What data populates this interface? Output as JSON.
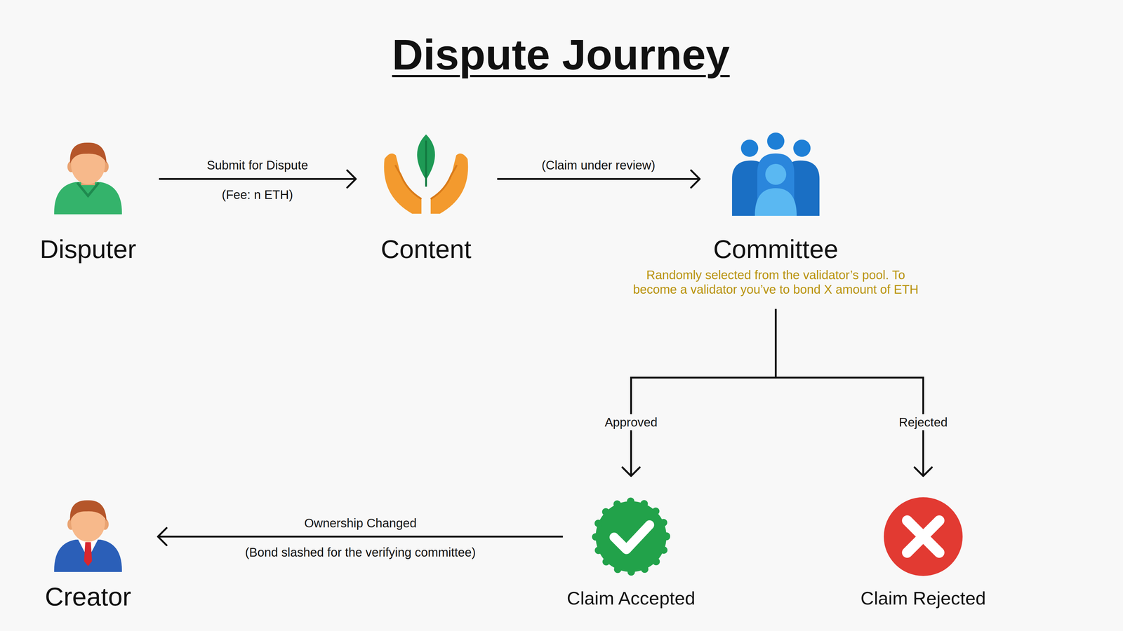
{
  "diagram": {
    "title": "Dispute Journey",
    "nodes": [
      {
        "text": [
          "Disputer"
        ]
      },
      {
        "text": [
          "Content"
        ]
      },
      {
        "text": [
          "Committee",
          "Randomly selected from the validator’s pool. To become a validator you’ve to bond X amount of ETH"
        ]
      },
      {
        "text": [
          "Creator"
        ]
      },
      {
        "text": [
          "Claim Accepted"
        ]
      },
      {
        "text": [
          "Claim Rejected"
        ]
      }
    ],
    "edges": [
      {
        "from": 0,
        "to": 1,
        "label": "Submit for Dispute",
        "arrow": "to"
      },
      {
        "from": 1,
        "to": 2,
        "label": "(Claim under review)",
        "arrow": "to"
      },
      {
        "from": 2,
        "to": 4,
        "label": "Approved",
        "arrow": "to"
      },
      {
        "from": 2,
        "to": 5,
        "label": "Rejected",
        "arrow": "to"
      },
      {
        "from": 4,
        "to": 3,
        "label": "Ownership Changed",
        "arrow": "to"
      }
    ],
    "labels": [
      "(Fee: n ETH)",
      "(Bond slashed for the verifying committee)"
    ]
  }
}
